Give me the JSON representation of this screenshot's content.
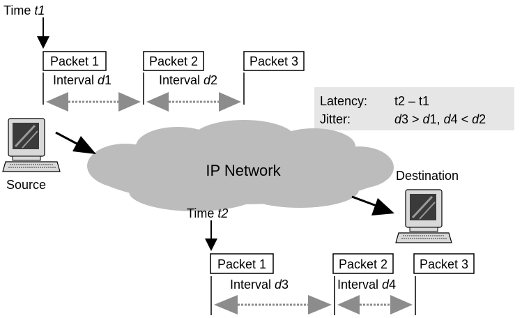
{
  "source": {
    "time_label": "Time ",
    "time_var": "t1",
    "packets": [
      "Packet 1",
      "Packet 2",
      "Packet 3"
    ],
    "intervals": [
      {
        "prefix": "Interval ",
        "var": "d",
        "num": "1"
      },
      {
        "prefix": "Interval ",
        "var": "d",
        "num": "2"
      }
    ],
    "host_label": "Source"
  },
  "network": {
    "label": "IP Network"
  },
  "destination": {
    "host_label": "Destination",
    "time_label": "Time ",
    "time_var": "t2",
    "packets": [
      "Packet 1",
      "Packet 2",
      "Packet 3"
    ],
    "intervals": [
      {
        "prefix": "Interval ",
        "var": "d",
        "num": "3"
      },
      {
        "prefix": "Interval ",
        "var": "d",
        "num": "4"
      }
    ]
  },
  "legend": {
    "latency_label": "Latency:",
    "latency_value": "t2 – t1",
    "jitter_label": "Jitter:",
    "jitter_value_parts": [
      {
        "text": "d",
        "italic": true
      },
      {
        "text": "3 > ",
        "italic": false
      },
      {
        "text": "d",
        "italic": true
      },
      {
        "text": "1, ",
        "italic": false
      },
      {
        "text": "d",
        "italic": true
      },
      {
        "text": "4 < ",
        "italic": false
      },
      {
        "text": "d",
        "italic": true
      },
      {
        "text": "2",
        "italic": false
      }
    ]
  },
  "colors": {
    "cloud": "#bcbcbc",
    "arrow_gray": "#8c8c8c",
    "legend_bg": "#e6e6e6",
    "computer_dark": "#3a3a3a"
  },
  "icons": [
    "computer-icon",
    "computer-icon"
  ]
}
